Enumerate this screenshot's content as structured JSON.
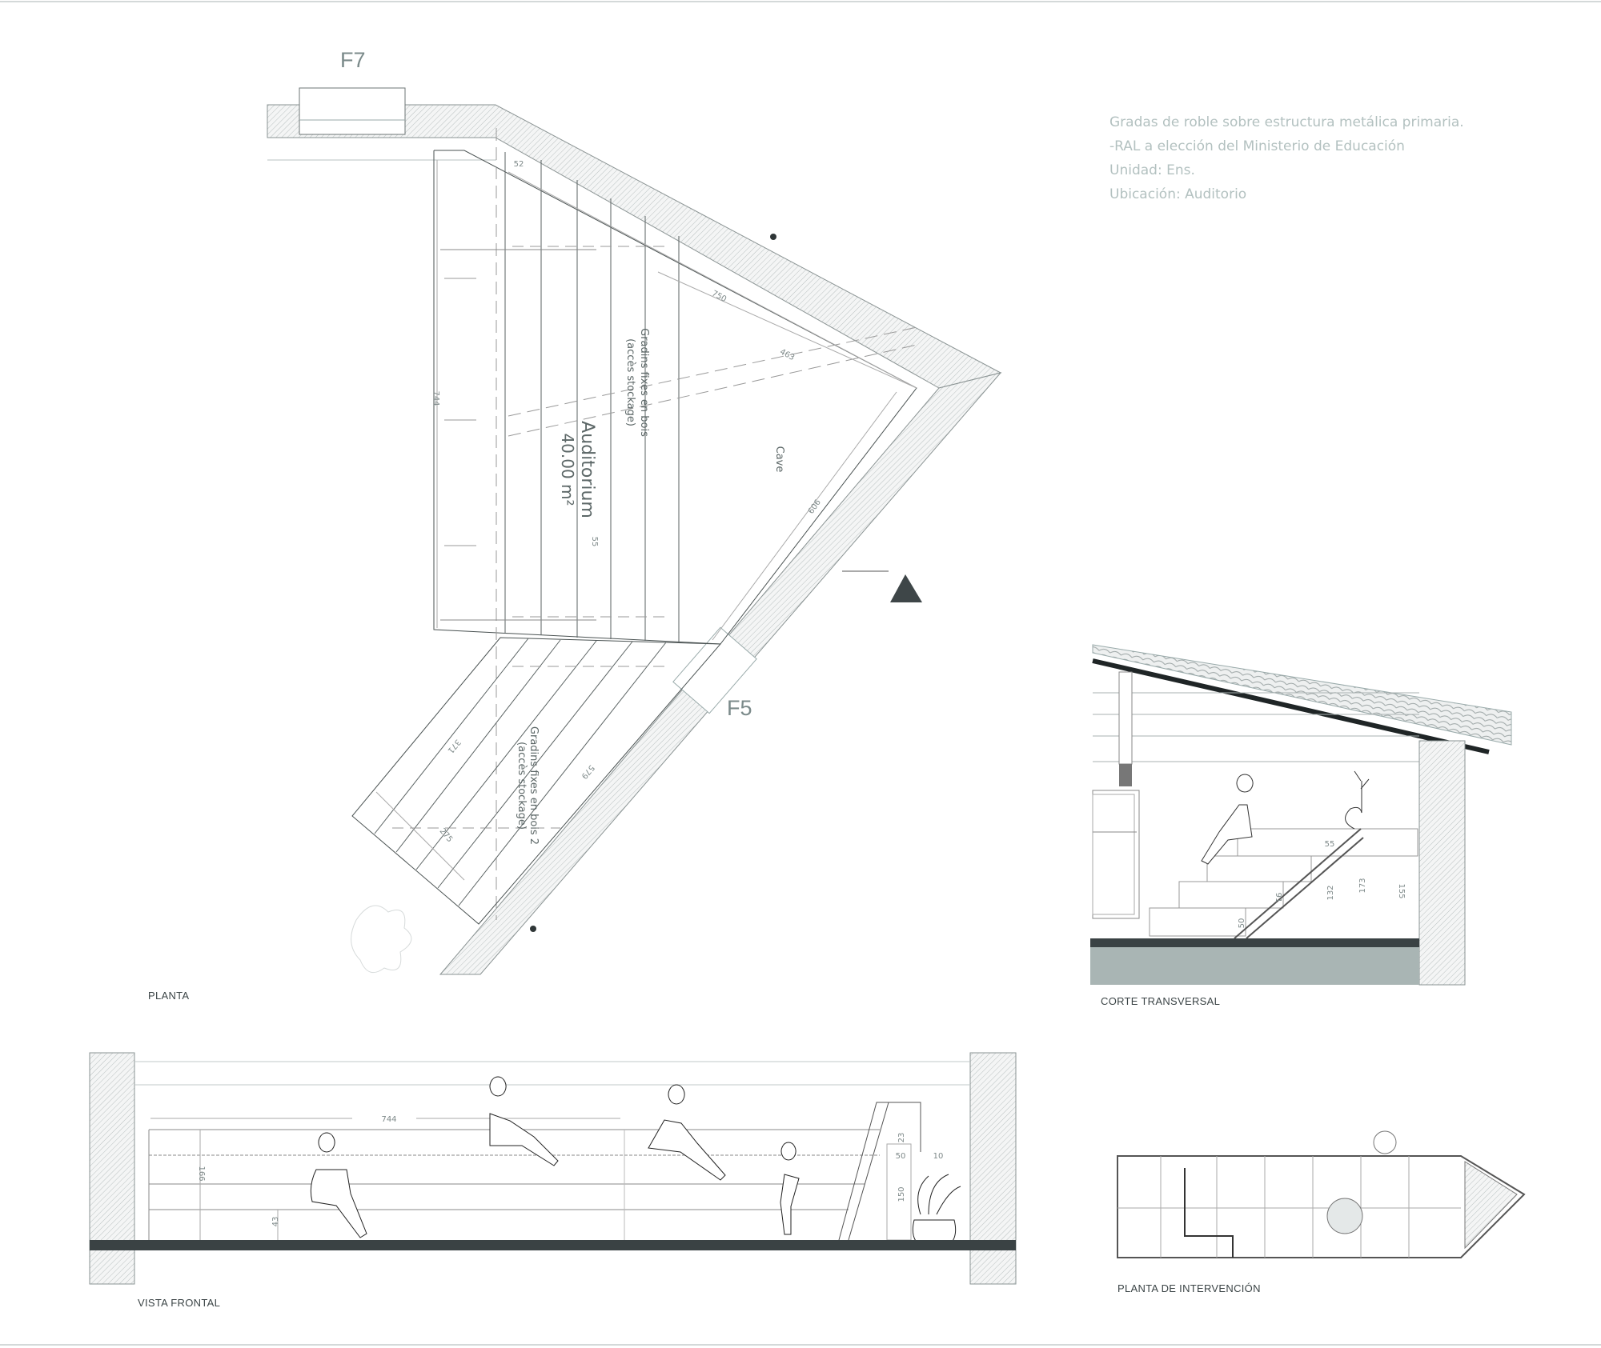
{
  "notes": [
    "Gradas de roble sobre estructura metálica primaria.",
    "-RAL a elección del Ministerio de Educación",
    "Unidad: Ens.",
    "Ubicación: Auditorio"
  ],
  "planta": {
    "label": "PLANTA",
    "window_top": "F7",
    "window_side": "F5",
    "room_name": "Auditorium",
    "room_area": "40.00 m²",
    "seating_1": "Gradins fixes en bois",
    "seating_1_note": "(accès stockage)",
    "seating_2": "Gradins fixes en bois 2",
    "seating_2_note": "(accès stockage)",
    "cave": "Cave",
    "dims": {
      "d52": "52",
      "d750": "750",
      "d463": "463",
      "d909": "909",
      "d744": "744",
      "d55": "55",
      "d371": "371",
      "d579": "579",
      "d275": "275"
    }
  },
  "corte": {
    "label": "CORTE TRANSVERSAL",
    "dims": {
      "d55": "55",
      "d50": "50",
      "d91": "91",
      "d132": "132",
      "d173": "173",
      "d155": "155"
    }
  },
  "vista": {
    "label": "VISTA FRONTAL",
    "dims": {
      "d744": "744",
      "d166": "166",
      "d43": "43",
      "d23": "23",
      "d50": "50",
      "d10": "10",
      "d150": "150"
    }
  },
  "intervencion": {
    "label": "PLANTA DE INTERVENCIÓN"
  },
  "colors": {
    "line": "#4a5252",
    "hatch": "#c9cfcf",
    "slab": "#3a4244",
    "ground": "#a9b5b4",
    "note_text": "#b3c1c0"
  }
}
